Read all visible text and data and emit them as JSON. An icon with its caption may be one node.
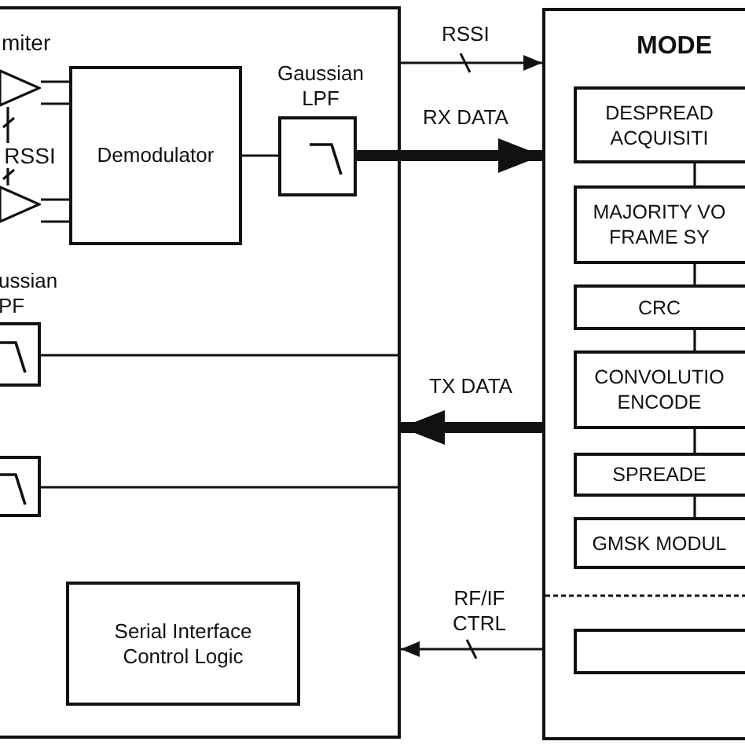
{
  "diagram": {
    "nodes": [
      {
        "text": [],
        "shape": "box"
      },
      {
        "text": [],
        "shape": "triangle",
        "in": 0
      },
      {
        "text": [],
        "shape": "triangle",
        "in": 0
      },
      {
        "text": [
          "Demodulator"
        ],
        "in": 0
      },
      {
        "text": [
          "Gaussian LPF"
        ],
        "in": 0
      },
      {
        "text": [
          "ussian PF"
        ],
        "in": 0
      },
      {
        "text": [],
        "shape": "box",
        "in": 0
      },
      {
        "text": [
          "Serial Interface Control Logic"
        ],
        "in": 0
      },
      {
        "text": [
          "MODE"
        ]
      },
      {
        "text": [
          "DESPREAD ACQUISITI"
        ],
        "in": 8
      },
      {
        "text": [
          "MAJORITY VO FRAME SY"
        ],
        "in": 8
      },
      {
        "text": [
          "CRC"
        ],
        "in": 8
      },
      {
        "text": [
          "CONVOLUTIO ENCODE"
        ],
        "in": 8
      },
      {
        "text": [
          "SPREADE"
        ],
        "in": 8
      },
      {
        "text": [
          "GMSK MODUL"
        ],
        "in": 8
      },
      {
        "text": [],
        "shape": "box",
        "in": 8
      },
      {
        "text": [
          "RSSI"
        ],
        "in": 0
      }
    ],
    "edges": [
      {
        "from": 1,
        "to": 3,
        "arrow": "none"
      },
      {
        "from": 1,
        "to": 3,
        "arrow": "none"
      },
      {
        "from": 2,
        "to": 3,
        "arrow": "none"
      },
      {
        "from": 2,
        "to": 3,
        "arrow": "none"
      },
      {
        "from": 3,
        "to": 4,
        "arrow": "none"
      },
      {
        "from": 0,
        "to": 8,
        "arrow": "to",
        "label": "RSSI"
      },
      {
        "from": 4,
        "to": 8,
        "arrow": "to",
        "label": "RX DATA",
        "style": "thick"
      },
      {
        "from": 5,
        "to": 0,
        "arrow": "none"
      },
      {
        "from": 8,
        "to": 0,
        "arrow": "to",
        "label": "TX DATA",
        "style": "thick"
      },
      {
        "from": 6,
        "to": 0,
        "arrow": "none"
      },
      {
        "from": 8,
        "to": 0,
        "arrow": "to",
        "label": "RF/IF CTRL"
      },
      {
        "from": 9,
        "to": 10,
        "arrow": "none"
      },
      {
        "from": 10,
        "to": 11,
        "arrow": "none"
      },
      {
        "from": 11,
        "to": 12,
        "arrow": "none"
      },
      {
        "from": 12,
        "to": 13,
        "arrow": "none"
      },
      {
        "from": 13,
        "to": 14,
        "arrow": "none"
      },
      {
        "from": 1,
        "to": 16,
        "arrow": "none"
      },
      {
        "from": 2,
        "to": 16,
        "arrow": "none"
      }
    ],
    "labels": [
      "miter"
    ]
  }
}
